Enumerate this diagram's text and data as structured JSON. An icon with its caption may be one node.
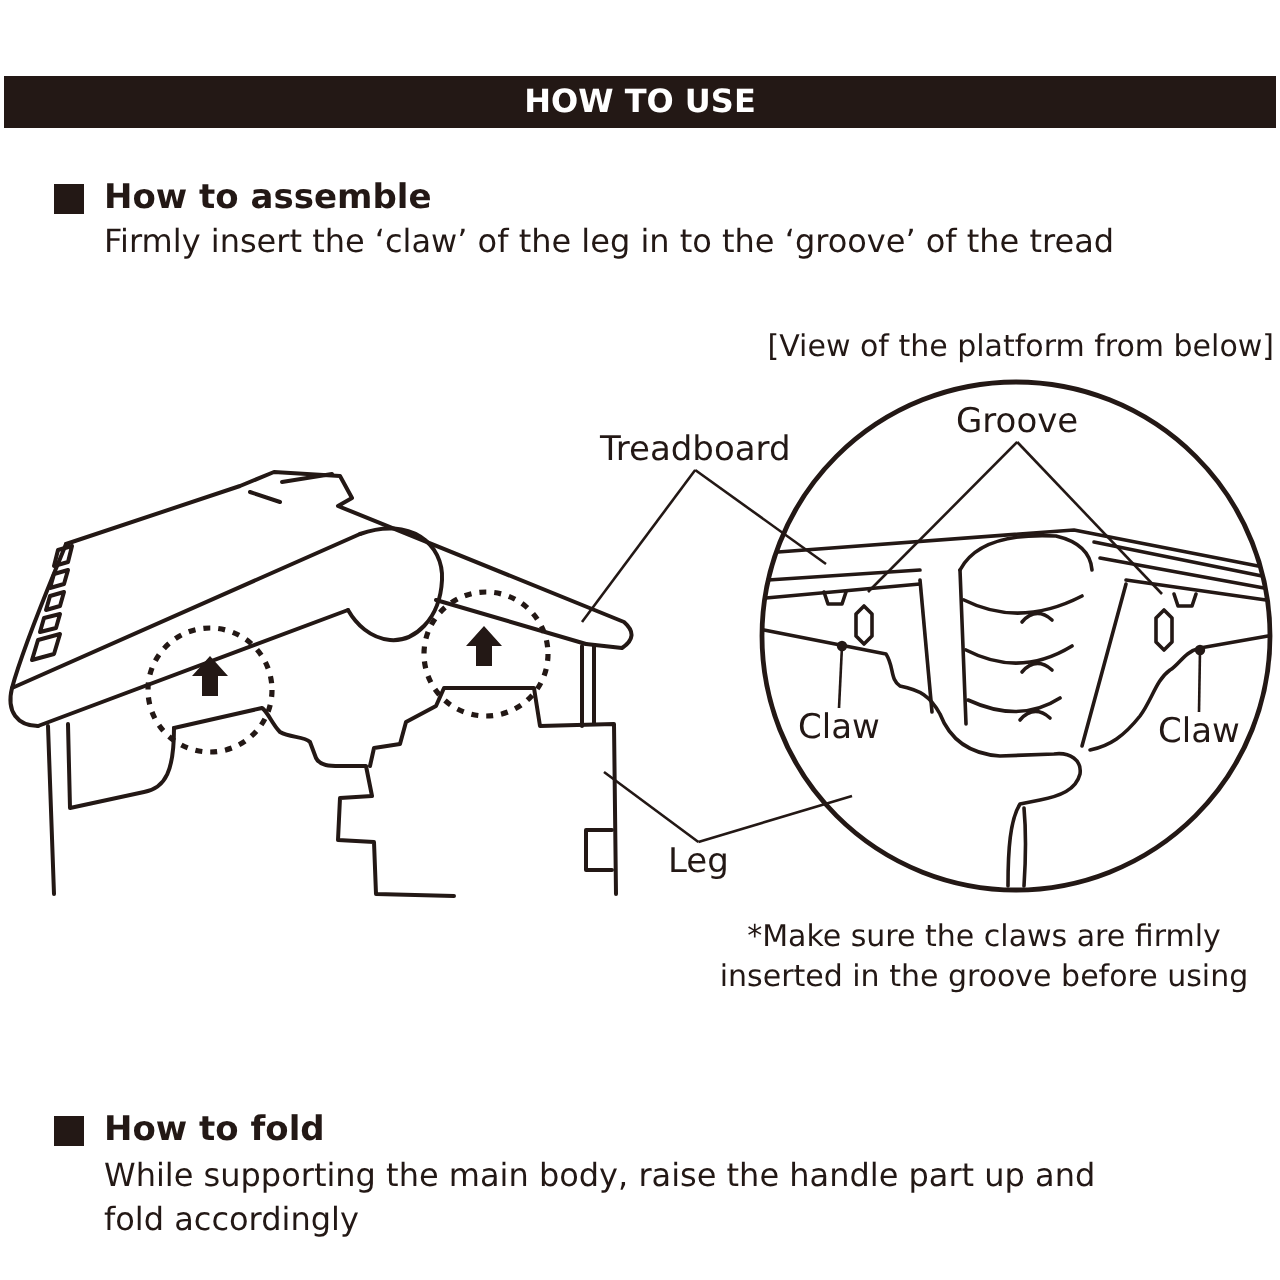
{
  "diagram": {
    "title": "HOW TO USE",
    "nodes": [
      {
        "text": [
          "Treadboard"
        ]
      },
      {
        "text": [
          "Groove"
        ]
      },
      {
        "text": [
          "Claw"
        ]
      },
      {
        "text": [
          "Claw"
        ]
      },
      {
        "text": [
          "Leg"
        ]
      }
    ],
    "edges": [
      {
        "from": 0,
        "to": null,
        "arrow": "none"
      },
      {
        "from": 0,
        "to": null,
        "arrow": "none"
      },
      {
        "from": 1,
        "to": null,
        "arrow": "none"
      },
      {
        "from": 1,
        "to": null,
        "arrow": "none"
      },
      {
        "from": 2,
        "to": null,
        "arrow": "other"
      },
      {
        "from": 3,
        "to": null,
        "arrow": "other"
      },
      {
        "from": 4,
        "to": null,
        "arrow": "none"
      },
      {
        "from": 4,
        "to": null,
        "arrow": "none"
      }
    ],
    "labels": [
      "How to assemble",
      "Firmly insert the ‘claw’ of the leg in to the ‘groove’ of the tread",
      "[View of the platform from below]",
      "*Make sure the claws are firmly inserted in the groove before using",
      "How to fold",
      "While supporting the main body, raise the handle part up and fold accordingly"
    ]
  }
}
